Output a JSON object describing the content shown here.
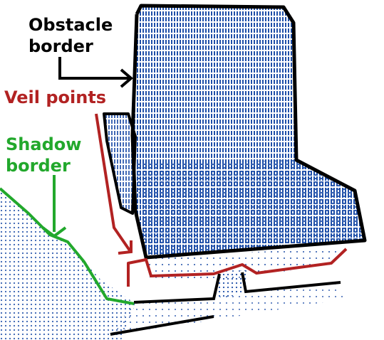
{
  "labels": {
    "obstacle_border": {
      "line1": "Obstacle",
      "line2": "border",
      "color": "#000000"
    },
    "veil_points": {
      "text": "Veil points",
      "color": "#b22222"
    },
    "shadow_border": {
      "line1": "Shadow",
      "line2": "border",
      "color": "#22a82c"
    }
  },
  "colors": {
    "points": "#1f4fa8",
    "obstacle": "#000000",
    "veil": "#b22222",
    "shadow": "#22a82c"
  }
}
